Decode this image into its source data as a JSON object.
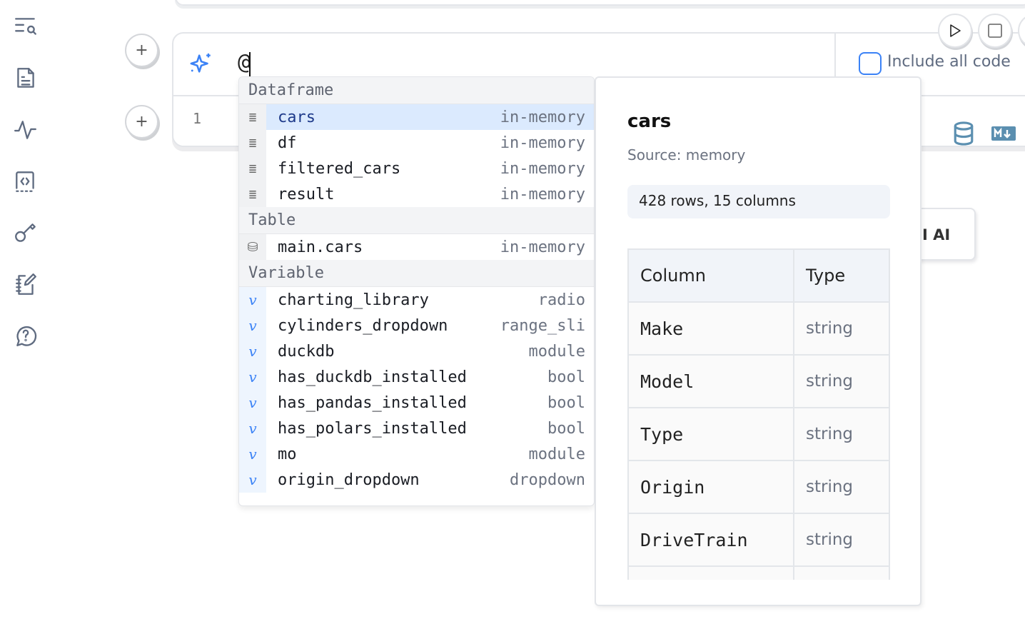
{
  "sidebar": {
    "items": [
      {
        "icon": "search-list-icon"
      },
      {
        "icon": "file-text-icon"
      },
      {
        "icon": "activity-icon"
      },
      {
        "icon": "code-box-icon"
      },
      {
        "icon": "key-icon"
      },
      {
        "icon": "notebook-pen-icon"
      },
      {
        "icon": "help-chat-icon"
      }
    ]
  },
  "cell": {
    "input": "@",
    "line_number": "1",
    "include_all_code": "Include all code",
    "include_all_checked": false,
    "ai_button_partial": "I AI"
  },
  "dropdown": {
    "groups": [
      {
        "label": "Dataframe",
        "items": [
          {
            "name": "cars",
            "type": "in-memory",
            "selected": true
          },
          {
            "name": "df",
            "type": "in-memory"
          },
          {
            "name": "filtered_cars",
            "type": "in-memory"
          },
          {
            "name": "result",
            "type": "in-memory"
          }
        ]
      },
      {
        "label": "Table",
        "items": [
          {
            "name": "main.cars",
            "type": "in-memory"
          }
        ]
      },
      {
        "label": "Variable",
        "items": [
          {
            "name": "charting_library",
            "type": "radio"
          },
          {
            "name": "cylinders_dropdown",
            "type": "range_sli"
          },
          {
            "name": "duckdb",
            "type": "module"
          },
          {
            "name": "has_duckdb_installed",
            "type": "bool"
          },
          {
            "name": "has_pandas_installed",
            "type": "bool"
          },
          {
            "name": "has_polars_installed",
            "type": "bool"
          },
          {
            "name": "mo",
            "type": "module"
          },
          {
            "name": "origin_dropdown",
            "type": "dropdown"
          }
        ]
      }
    ]
  },
  "info": {
    "title": "cars",
    "source": "Source: memory",
    "stats": "428 rows, 15 columns",
    "headers": [
      "Column",
      "Type"
    ],
    "rows": [
      [
        "Make",
        "string"
      ],
      [
        "Model",
        "string"
      ],
      [
        "Type",
        "string"
      ],
      [
        "Origin",
        "string"
      ],
      [
        "DriveTrain",
        "string"
      ],
      [
        "",
        ""
      ]
    ]
  },
  "colors": {
    "accent": "#3b82f6",
    "selected": "#dbeafe",
    "icon": "#5f6b80"
  }
}
